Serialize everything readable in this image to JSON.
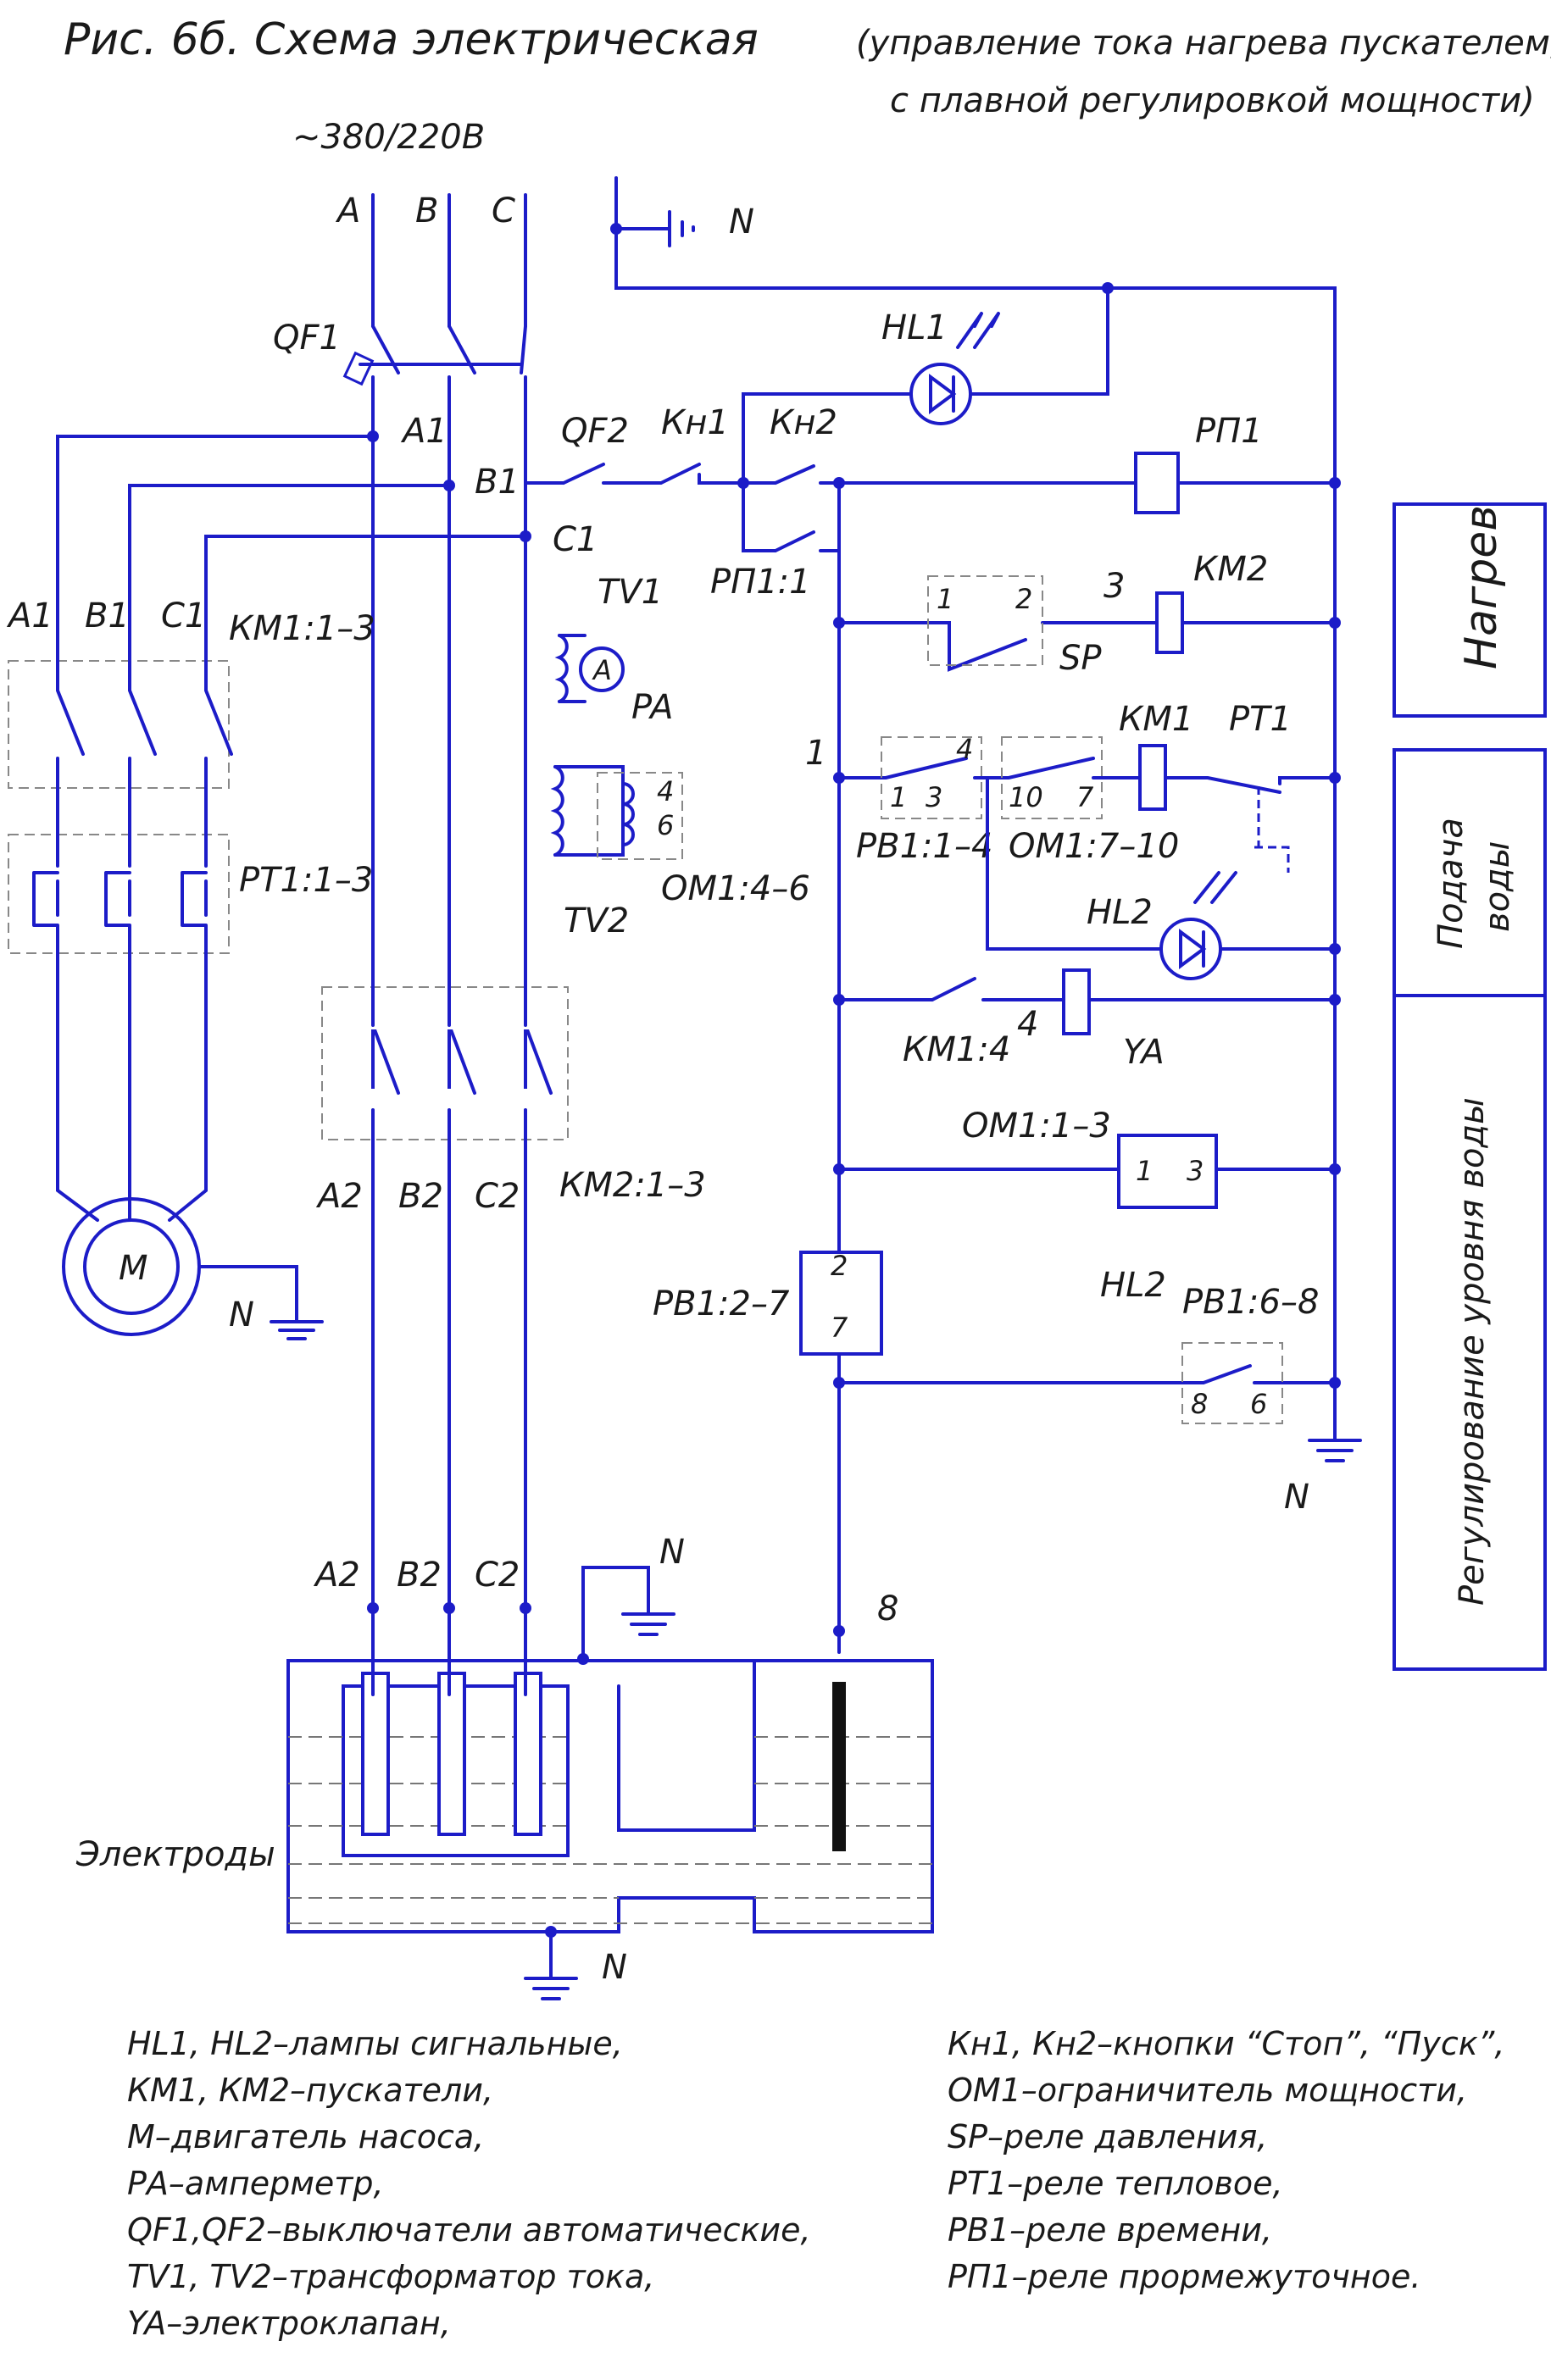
{
  "title": {
    "main": "Рис. 6б. Схема электрическая",
    "sub_line1": "(управление тока нагрева пускателем,",
    "sub_line2": "с плавной регулировкой мощности)"
  },
  "supply": "~380/220В",
  "phases": [
    "A",
    "B",
    "C"
  ],
  "labels": {
    "neutral": "N",
    "qf1": "QF1",
    "qf2": "QF2",
    "kn1": "Кн1",
    "kn2": "Кн2",
    "hl1": "HL1",
    "rp1": "РП1",
    "rp1_1": "РП1:1",
    "a1": "A1",
    "b1": "B1",
    "c1": "C1",
    "tv1": "TV1",
    "tv2": "TV2",
    "pa": "PA",
    "ammeter": "A",
    "om1_4_6": "ОМ1:4–6",
    "om_4": "4",
    "om_6": "6",
    "km1_1_3": "КМ1:1–3",
    "pt1_1_3": "РТ1:1–3",
    "motor": "M",
    "km2_1_3": "КМ2:1–3",
    "a2": "A2",
    "b2": "B2",
    "c2": "C2",
    "sp": "SP",
    "sp_1": "1",
    "sp_2": "2",
    "node_3": "3",
    "km2": "КМ2",
    "node_1": "1",
    "km1": "КМ1",
    "pt1": "РТ1",
    "rv1_1_4": "РВ1:1–4",
    "rv_4": "4",
    "rv_1": "1",
    "rv_3": "3",
    "om1_7_10": "ОМ1:7–10",
    "om_10": "10",
    "om_7": "7",
    "hl2": "HL2",
    "km1_4": "КМ1:4",
    "node_4": "4",
    "ya": "YA",
    "om1_1_3": "ОМ1:1–3",
    "om_1": "1",
    "om_3": "3",
    "rv1_2_7": "РВ1:2–7",
    "rv_2": "2",
    "rv_7": "7",
    "hl2_b": "HL2",
    "rv1_6_8": "РВ1:6–8",
    "rv_8": "8",
    "rv_6": "6",
    "node_8": "8",
    "electrodes": "Электроды"
  },
  "side_panels": {
    "heating": "Нагрев",
    "water_supply_1": "Подача",
    "water_supply_2": "воды",
    "level_control": "Регулирование уровня воды"
  },
  "legend_left": [
    "HL1, HL2–лампы сигнальные,",
    "КМ1, КМ2–пускатели,",
    "М–двигатель насоса,",
    "РА–амперметр,",
    "QF1,QF2–выключатели автоматические,",
    "TV1, TV2–трансформатор тока,",
    "YA–электроклапан,"
  ],
  "legend_right": [
    "Кн1, Кн2–кнопки “Стоп”, “Пуск”,",
    "ОМ1–ограничитель мощности,",
    "SP–реле давления,",
    "РТ1–реле тепловое,",
    "РВ1–реле времени,",
    "РП1–реле прормежуточное."
  ]
}
